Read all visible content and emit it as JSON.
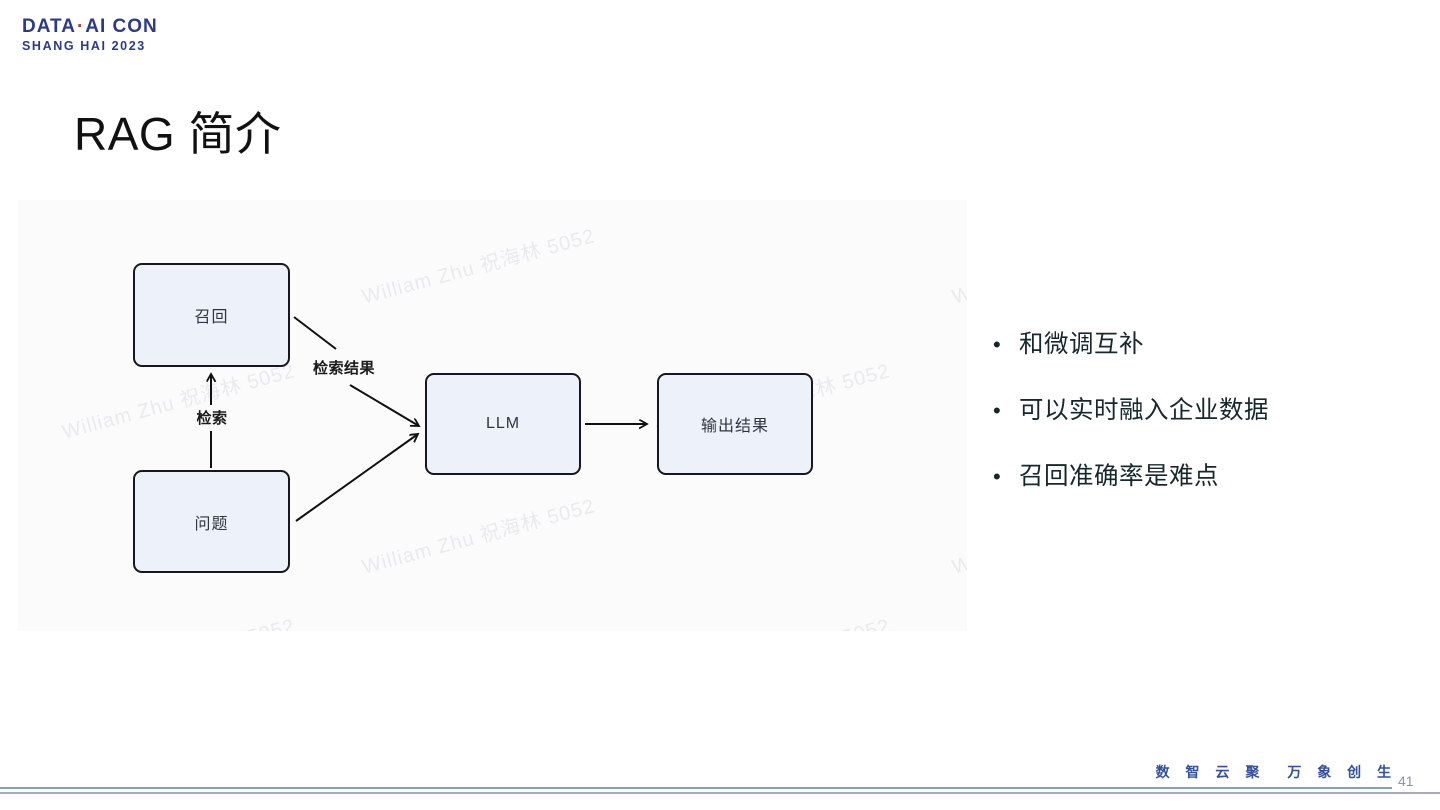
{
  "logo": {
    "line1_a": "DATA",
    "separator": "·",
    "line1_b": "AI CON",
    "line2": "SHANG HAI 2023"
  },
  "title": "RAG 简介",
  "diagram": {
    "watermark": "William Zhu 祝海林 5052",
    "nodes": {
      "recall": "召回",
      "question": "问题",
      "llm": "LLM",
      "output": "输出结果"
    },
    "edge_labels": {
      "retrieval_result": "检索结果",
      "retrieval": "检索"
    }
  },
  "bullets": [
    "和微调互补",
    "可以实时融入企业数据",
    "召回准确率是难点"
  ],
  "footer": {
    "slogan_left": "数 智 云 聚",
    "slogan_right": "万 象 创 生",
    "page_number": "41"
  },
  "colors": {
    "logo_navy": "#2b3a8c",
    "logo_dot_red": "#b5372c",
    "node_fill": "#edf1f9",
    "node_border": "#17171f",
    "arrow": "#111111",
    "bullet_text": "#16282a",
    "footer_blue": "#33509f",
    "rule_teal": "#7ea6ab",
    "rule_gray": "#a9aab4",
    "page_number": "#8795ab"
  }
}
